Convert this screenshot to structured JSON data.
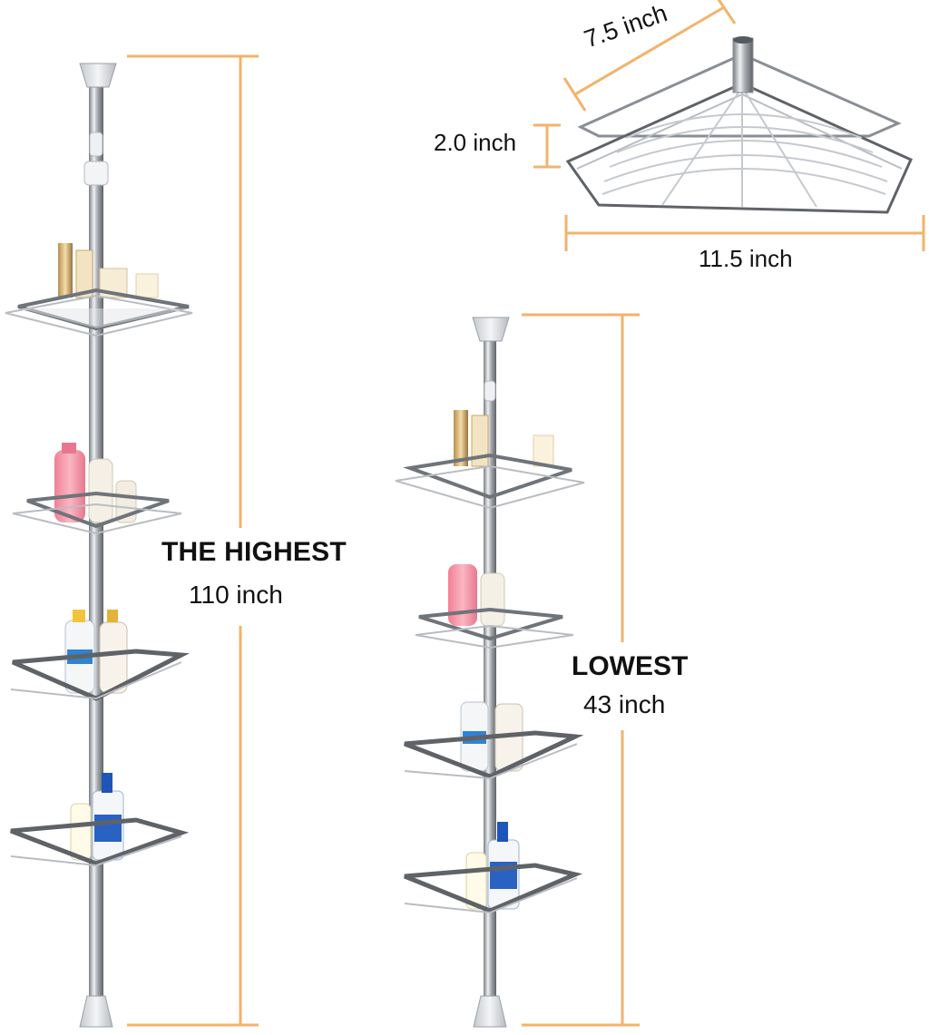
{
  "product": {
    "max_height": {
      "title": "THE HIGHEST",
      "value": "110 inch"
    },
    "min_height": {
      "title": "LOWEST",
      "value": "43 inch"
    },
    "basket_dimensions": {
      "depth": "7.5 inch",
      "height": "2.0 inch",
      "width": "11.5 inch"
    }
  },
  "colors": {
    "dimension_line": "#f2b36b",
    "pole": "#8d9096",
    "pole_highlight": "#e6e8eb",
    "cap": "#d7dadf",
    "basket_rim": "#6f747a",
    "basket_wire": "#b9bdc2",
    "text": "#111111"
  },
  "icons": [
    "tension-pole",
    "corner-basket",
    "shampoo-bottle",
    "conditioner-bottle",
    "pump-bottle",
    "cosmetic-jar"
  ]
}
